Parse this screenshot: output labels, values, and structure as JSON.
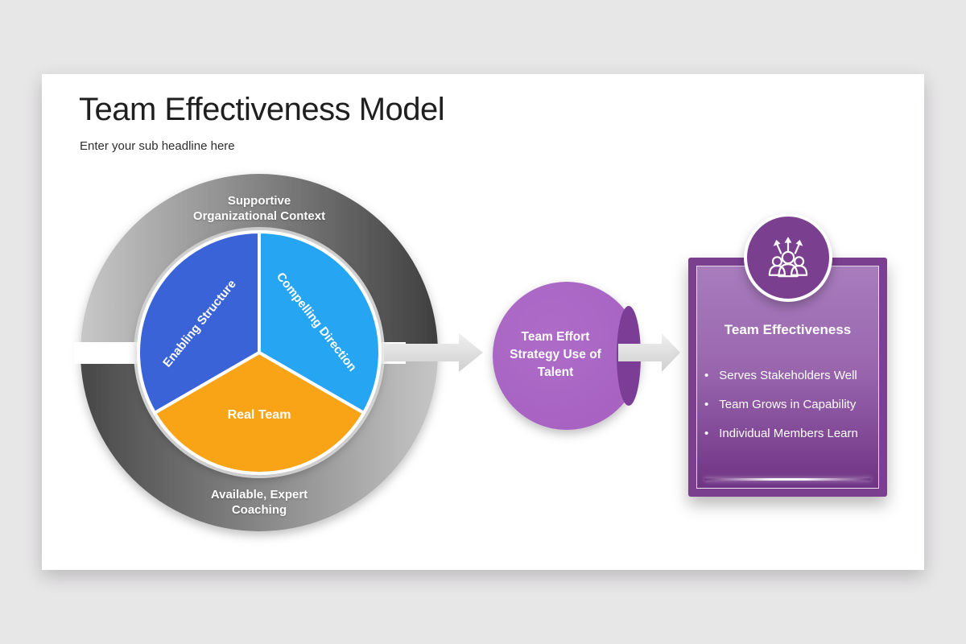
{
  "slide": {
    "title": "Team Effectiveness Model",
    "subtitle": "Enter your sub headline here"
  },
  "ring": {
    "top_label": {
      "line1": "Supportive",
      "line2": "Organizational Context"
    },
    "bottom_label": {
      "line1": "Available, Expert",
      "line2": "Coaching"
    },
    "top_gradient": [
      "#c8c8c8",
      "#3f3f3f"
    ],
    "bottom_gradient": [
      "#474747",
      "#c6c6c6"
    ]
  },
  "pie": {
    "segments": [
      {
        "label": "Enabling Structure",
        "color": "#3b63d8"
      },
      {
        "label": "Compelling Direction",
        "color": "#27a6f2"
      },
      {
        "label": "Real Team",
        "color": "#f9a314"
      }
    ]
  },
  "process_circle": {
    "line1": "Team Effort",
    "line2": "Strategy Use of",
    "line3": "Talent",
    "color": "#a55fc0",
    "fold_color": "#7c3d97"
  },
  "arrow_color_start": "#f0f0f0",
  "arrow_color_end": "#cfcfcf",
  "result_panel": {
    "icon": "team-growth-icon",
    "frame_color": "#7b3f90",
    "title": "Team Effectiveness",
    "bullets": [
      "Serves Stakeholders Well",
      "Team Grows in Capability",
      "Individual Members Learn"
    ]
  }
}
